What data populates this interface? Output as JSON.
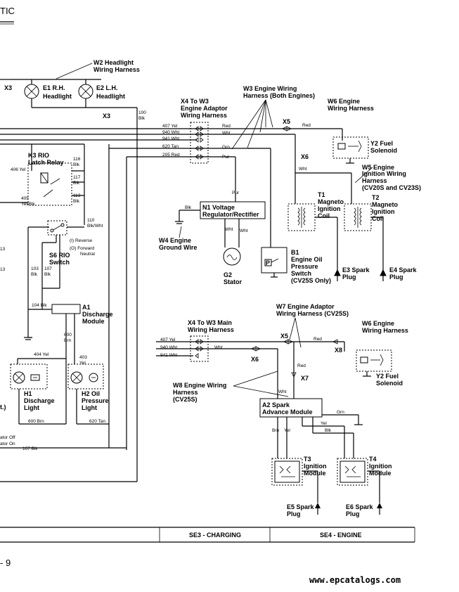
{
  "header": {
    "title_fragment": "TIC",
    "page_fragment": "- 9",
    "watermark": "www.epcatalogs.com"
  },
  "footer": {
    "section_charging": "SE3 - CHARGING",
    "section_engine": "SE4 - ENGINE"
  },
  "components": {
    "w2": [
      "W2 Headlight",
      "Wiring Harness"
    ],
    "e1": [
      "E1 R.H.",
      "Headlight"
    ],
    "e2": [
      "E2 L.H.",
      "Headlight"
    ],
    "x3a": "X3",
    "x3b": "X3",
    "x4a": [
      "X4 To W3",
      "Engine Adaptor",
      "Wiring Harness"
    ],
    "w3": [
      "W3 Engine Wiring",
      "Harness (Both Engines)"
    ],
    "w6a": [
      "W6 Engine",
      "Wiring Harness"
    ],
    "x5a": "X5",
    "x6a": "X6",
    "y2a": [
      "Y2 Fuel",
      "Solenoid"
    ],
    "w5": [
      "W5 Engine",
      "Ignition Wiring",
      "Harness",
      "(CV20S and CV23S)"
    ],
    "t1": [
      "T1",
      "Magneto",
      "Ignition",
      "Coil"
    ],
    "t2": [
      "T2",
      "Magneto",
      "Ignition",
      "Coil"
    ],
    "k3": [
      "K3 RIO",
      "Latch Relay"
    ],
    "n1": [
      "N1 Voltage",
      "Regulator/Rectifier"
    ],
    "w4": [
      "W4 Engine",
      "Ground Wire"
    ],
    "g2": [
      "G2",
      "Stator"
    ],
    "b1": [
      "B1",
      "Engine Oil",
      "Pressure",
      "Switch",
      "(CV25S Only)"
    ],
    "e3": [
      "E3 Spark",
      "Plug"
    ],
    "e4": [
      "E4 Spark",
      "Plug"
    ],
    "s6": [
      "S6 RIO",
      "Switch"
    ],
    "s6opts": [
      "(I) Reverse",
      "(O) Forward",
      "Neutral"
    ],
    "a1": [
      "A1",
      "Discharge",
      "Module"
    ],
    "h1": [
      "H1",
      "Discharge",
      "Light"
    ],
    "h2": [
      "H2 Oil",
      "Pressure",
      "Light"
    ],
    "x4b": [
      "X4 To W3 Main",
      "Wiring Harness"
    ],
    "w7": [
      "W7 Engine Adaptor",
      "Wiring Harness (CV25S)"
    ],
    "w6b": [
      "W6 Engine",
      "Wiring Harness"
    ],
    "x5b": "X5",
    "x8": "X8",
    "x6b": "X6",
    "x7": "X7",
    "y2b": [
      "Y2 Fuel",
      "Solenoid"
    ],
    "w8": [
      "W8 Engine Wiring",
      "Harness",
      "(CV25S)"
    ],
    "a2": [
      "A2 Spark",
      "Advance Module"
    ],
    "t3": [
      "T3",
      "Ignition",
      "Module"
    ],
    "t4": [
      "T4",
      "Ignition",
      "Module"
    ],
    "e5": [
      "E5 Spark",
      "Plug"
    ],
    "e6": [
      "E6 Spark",
      "Plug"
    ],
    "left_fragments": [
      "13",
      "13",
      "t.)",
      "ator Off",
      "ator On"
    ]
  },
  "wires": {
    "w100": [
      "100",
      "Blk"
    ],
    "w407a": "407 Yel",
    "w940a": "940 Wht",
    "w941a": "941 Wht",
    "w620a": "620 Tan",
    "w205a": "205 Red",
    "red1": "Red",
    "wht1": "Wht",
    "grn1": "Grn",
    "pur1": "Pur",
    "red2": "Red",
    "wht2": "Wht",
    "w406": "406 Yel",
    "w116": [
      "116",
      "Blk"
    ],
    "w117": [
      "117",
      "Blk"
    ],
    "w113": [
      "113",
      "Blk"
    ],
    "w405": [
      "405",
      "Yel/Blk"
    ],
    "w110": [
      "110",
      "Blk/Wht"
    ],
    "blk1": "Blk",
    "purN1": "Pur",
    "whtN1": "Wht",
    "whtN2": "Wht",
    "w103": [
      "103",
      "Blk"
    ],
    "w107": [
      "107",
      "Blk"
    ],
    "w104": "104 Blk",
    "w600": [
      "600",
      "Brn"
    ],
    "w404": "404 Yel",
    "w403": [
      "403",
      "Yel"
    ],
    "w600b": "600 Brn",
    "w620b": "620 Tan",
    "w107b": "107 Blk",
    "w407b": "407 Yel",
    "w940b": "940 Wht",
    "w941b": "941 Wht",
    "wht3": "Wht",
    "red3": "Red",
    "red4": "Red",
    "whtA2": "Wht",
    "grnA2": "Grn",
    "brnA2": "Brn",
    "yelA2a": "Yel",
    "yelA2b": "Yel",
    "blkA2": "Blk"
  }
}
